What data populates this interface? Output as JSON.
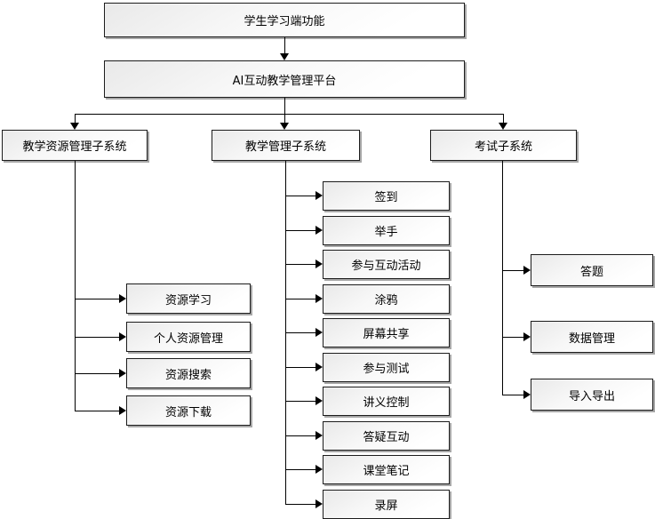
{
  "diagram": {
    "title_hint": "student learning terminal function structure",
    "root": {
      "label": "学生学习端功能"
    },
    "platform": {
      "label": "AI互动教学管理平台"
    },
    "subsystems": [
      {
        "label": "教学资源管理子系统",
        "children": [
          "资源学习",
          "个人资源管理",
          "资源搜索",
          "资源下载"
        ]
      },
      {
        "label": "教学管理子系统",
        "children": [
          "签到",
          "举手",
          "参与互动活动",
          "涂鸦",
          "屏幕共享",
          "参与测试",
          "讲义控制",
          "答疑互动",
          "课堂笔记",
          "录屏"
        ]
      },
      {
        "label": "考试子系统",
        "children": [
          "答题",
          "数据管理",
          "导入导出"
        ]
      }
    ],
    "colors": {
      "background": "#ffffff",
      "box_border": "#1c1c1c",
      "box_fill_top": "#e9e9e9",
      "box_fill_bottom": "#ffffff",
      "line": "#000000",
      "text": "#000000"
    }
  }
}
